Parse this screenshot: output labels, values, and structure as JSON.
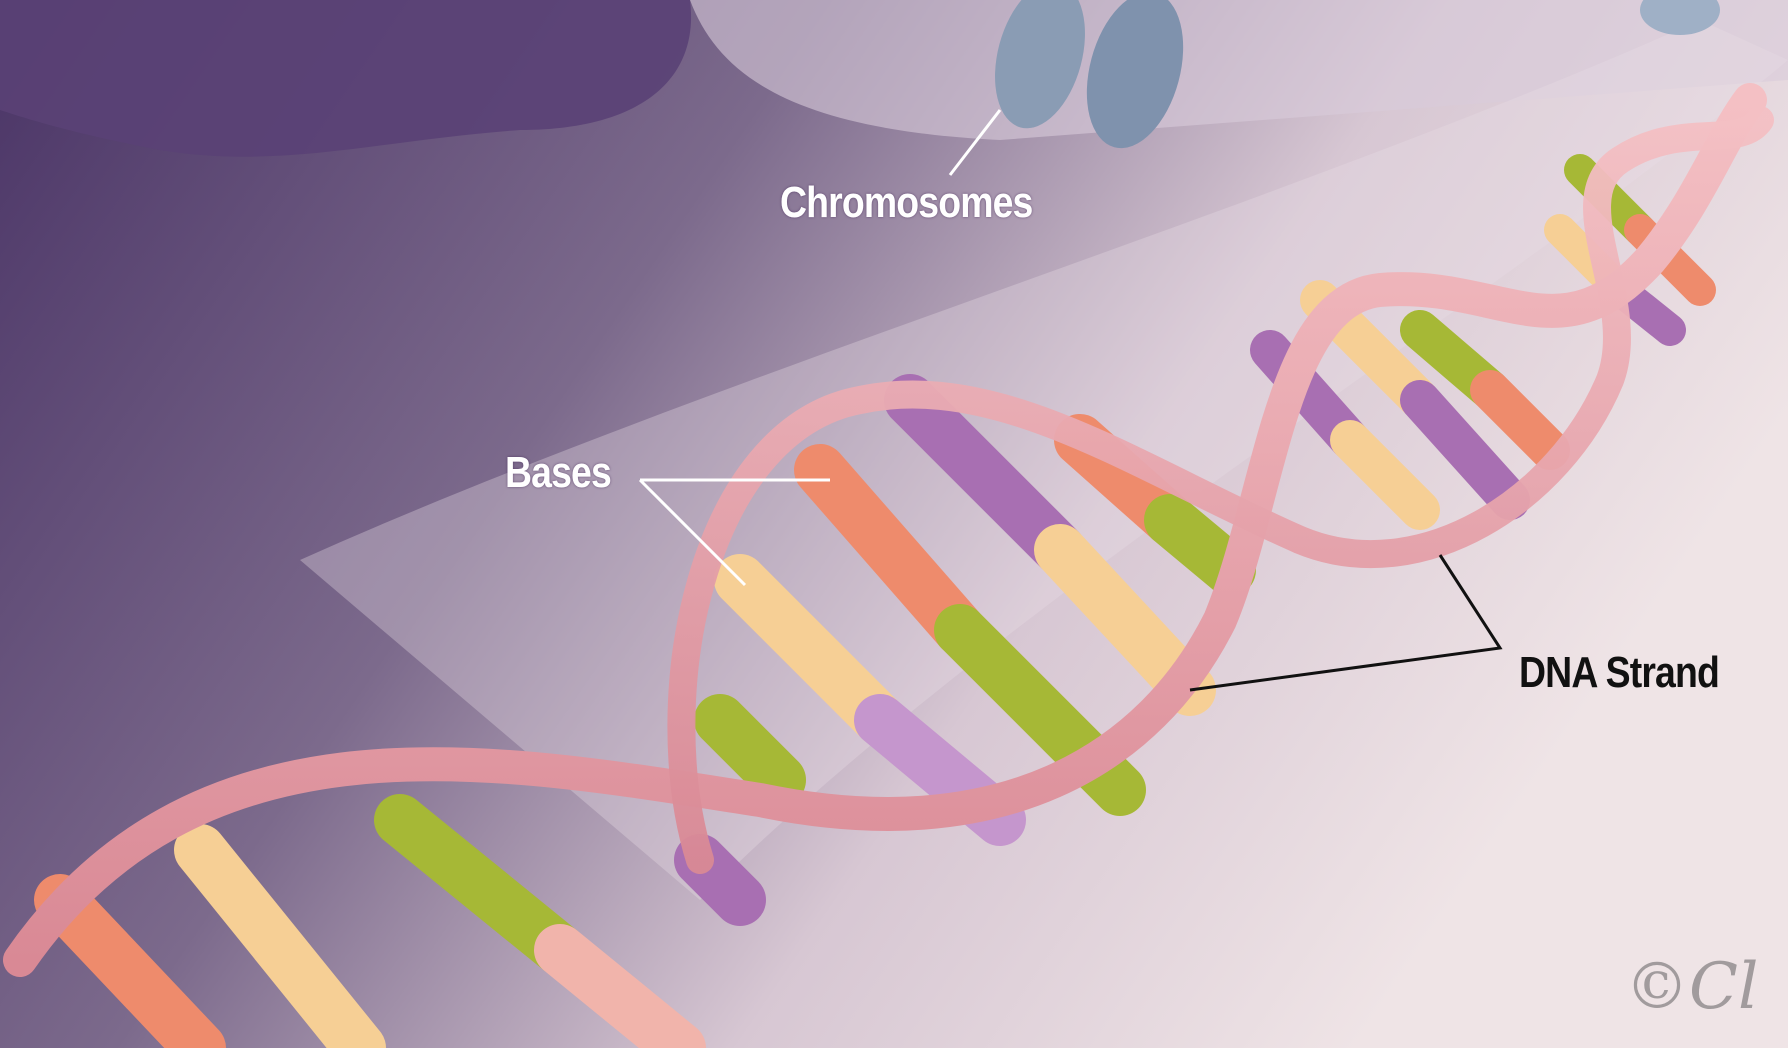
{
  "labels": {
    "chromosomes": "Chromosomes",
    "bases": "Bases",
    "dna_strand": "DNA Strand"
  },
  "signature": "©Cl",
  "colors": {
    "background_dark": "#4a3466",
    "background_light": "#eadde3",
    "ribbon": "#e9a2aa",
    "base_orange": "#ee8b6c",
    "base_yellow": "#f6cf95",
    "base_green": "#a6b836",
    "base_purple": "#a86fb2"
  }
}
